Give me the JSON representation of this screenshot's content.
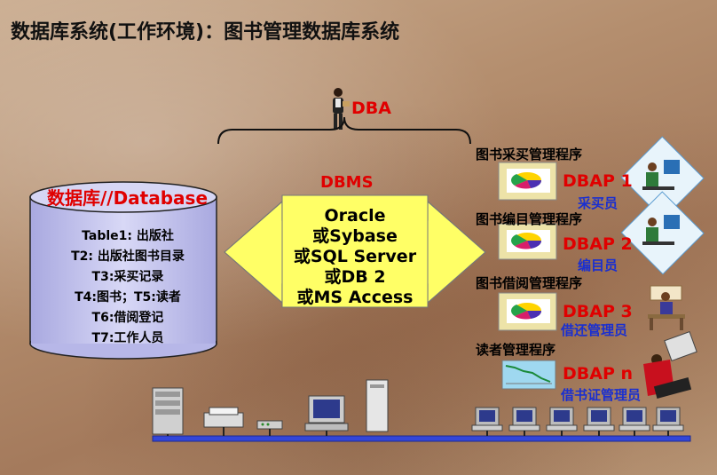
{
  "title": "数据库系统(工作环境)：图书管理数据库系统",
  "dba_label": "DBA",
  "dbms_label": "DBMS",
  "database": {
    "title": "数据库//Database",
    "lines": [
      "Table1: 出版社",
      "T2: 出版社图书目录",
      "T3:采买记录",
      "T4:图书；T5:读者",
      "T6:借阅登记",
      "T7:工作人员"
    ]
  },
  "dbms_products": [
    "Oracle",
    "或Sybase",
    "或SQL Server",
    "或DB 2",
    "或MS Access"
  ],
  "apps": [
    {
      "program": "图书采买管理程序",
      "name": "DBAP 1",
      "role": "采买员"
    },
    {
      "program": "图书编目管理程序",
      "name": "DBAP 2",
      "role": "编目员"
    },
    {
      "program": "图书借阅管理程序",
      "name": "DBAP 3",
      "role": "借还管理员"
    },
    {
      "program": "读者管理程序",
      "name": "DBAP n",
      "role": "借书证管理员"
    }
  ],
  "colors": {
    "red": "#e00000",
    "blue": "#1a2fd0",
    "arrow_fill": "#ffff66",
    "cylinder": "#c9c9ef",
    "network": "#3346d9"
  }
}
